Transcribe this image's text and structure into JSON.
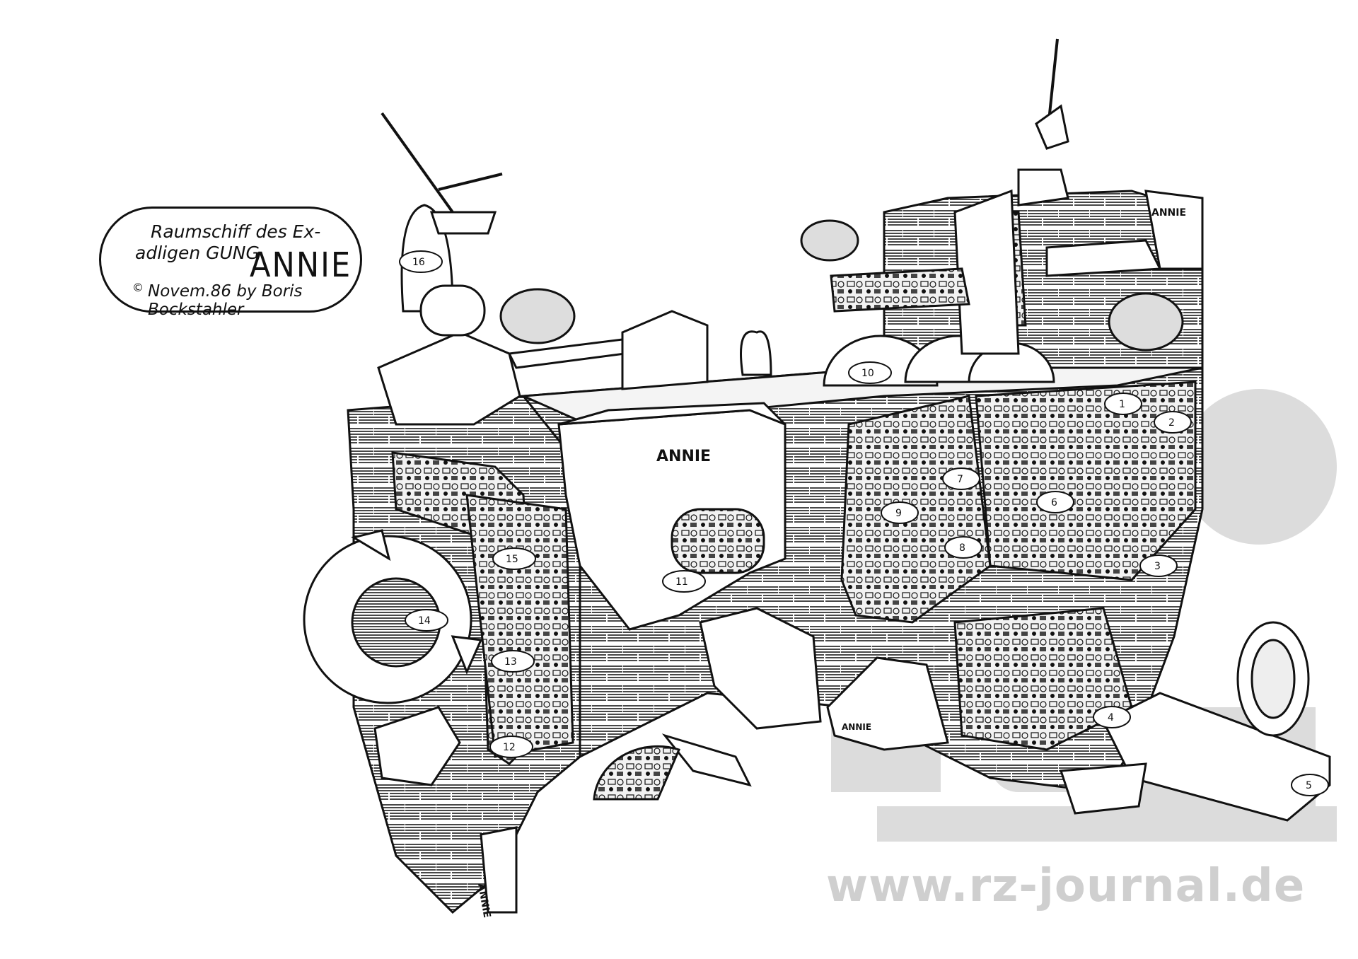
{
  "title_box": {
    "line1": "Raumschiff des Ex-",
    "line2": "adligen GUNG",
    "brand": "ANNIE",
    "copyright_symbol": "©",
    "line3": "Novem.86 by Boris Bockstahler"
  },
  "hull_labels": {
    "annie_front": "ANNIE",
    "annie_tower": "ANNIE",
    "annie_right_pod": "ANNIE",
    "annie_bottom": "ANNIE"
  },
  "callouts": [
    "1",
    "2",
    "3",
    "4",
    "5",
    "6",
    "7",
    "8",
    "9",
    "10",
    "11",
    "12",
    "13",
    "14",
    "15",
    "16"
  ],
  "watermark": {
    "url": "www.rz-journal.de",
    "color": "#cfcfcf"
  },
  "colors": {
    "ink": "#111111",
    "paper": "#ffffff",
    "hatch": "#2a2a2a",
    "watermark": "#d6d6d6"
  }
}
